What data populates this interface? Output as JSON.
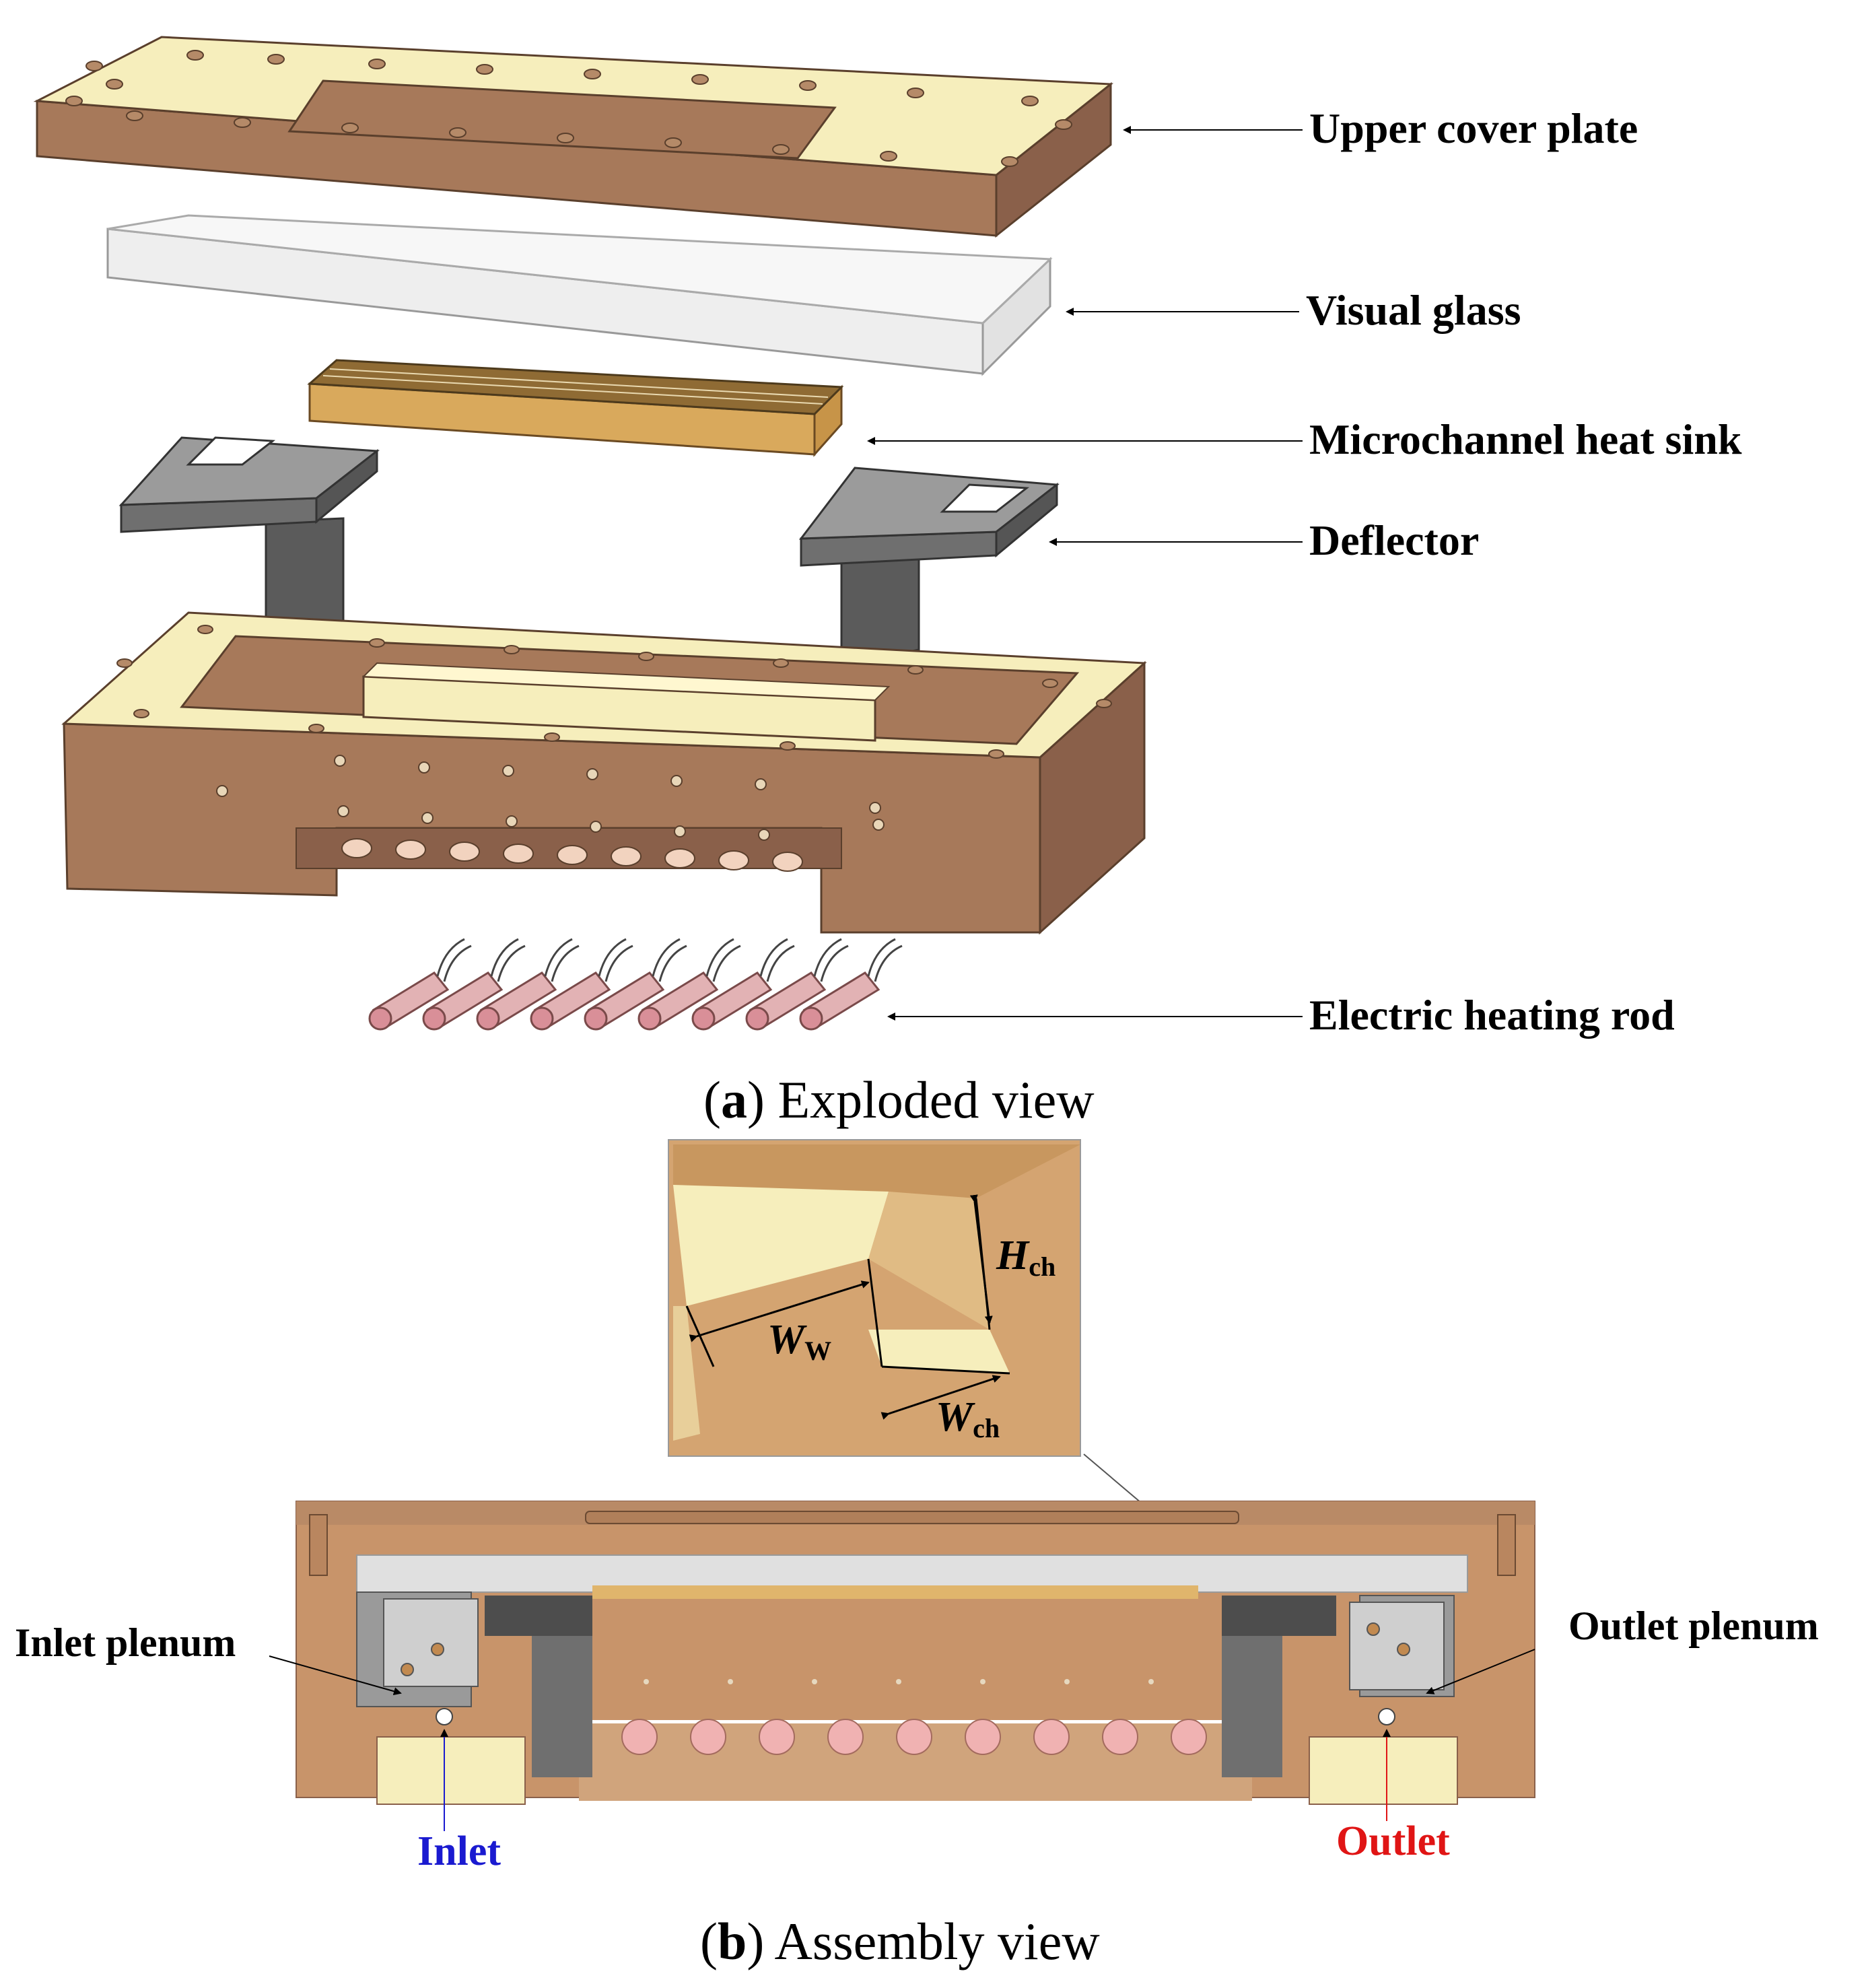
{
  "figure": {
    "exploded": {
      "caption_letter": "a",
      "caption_text": "Exploded view",
      "labels": {
        "upper_cover_plate": "Upper cover plate",
        "visual_glass": "Visual glass",
        "microchannel_heat_sink": "Microchannel heat sink",
        "deflector": "Deflector",
        "electric_heating_rod": "Electric heating rod"
      }
    },
    "assembly": {
      "caption_letter": "b",
      "caption_text": "Assembly view",
      "labels": {
        "inlet_plenum": "Inlet plenum",
        "outlet_plenum": "Outlet plenum",
        "inlet": "Inlet",
        "outlet": "Outlet"
      },
      "detail": {
        "h_main": "H",
        "h_sub": "ch",
        "ww_main": "W",
        "ww_sub": "W",
        "wch_main": "W",
        "wch_sub": "ch"
      }
    },
    "colors": {
      "copper_dark": "#a7795a",
      "copper_side": "#8a604a",
      "copper_top": "#f6eebc",
      "glass": "#eeeeee",
      "deflector": "#6f6f6f",
      "heatsink": "#d9a95c",
      "rod": "#e2b2b4",
      "inlet": "#1a1ad0",
      "outlet": "#e01515"
    }
  }
}
